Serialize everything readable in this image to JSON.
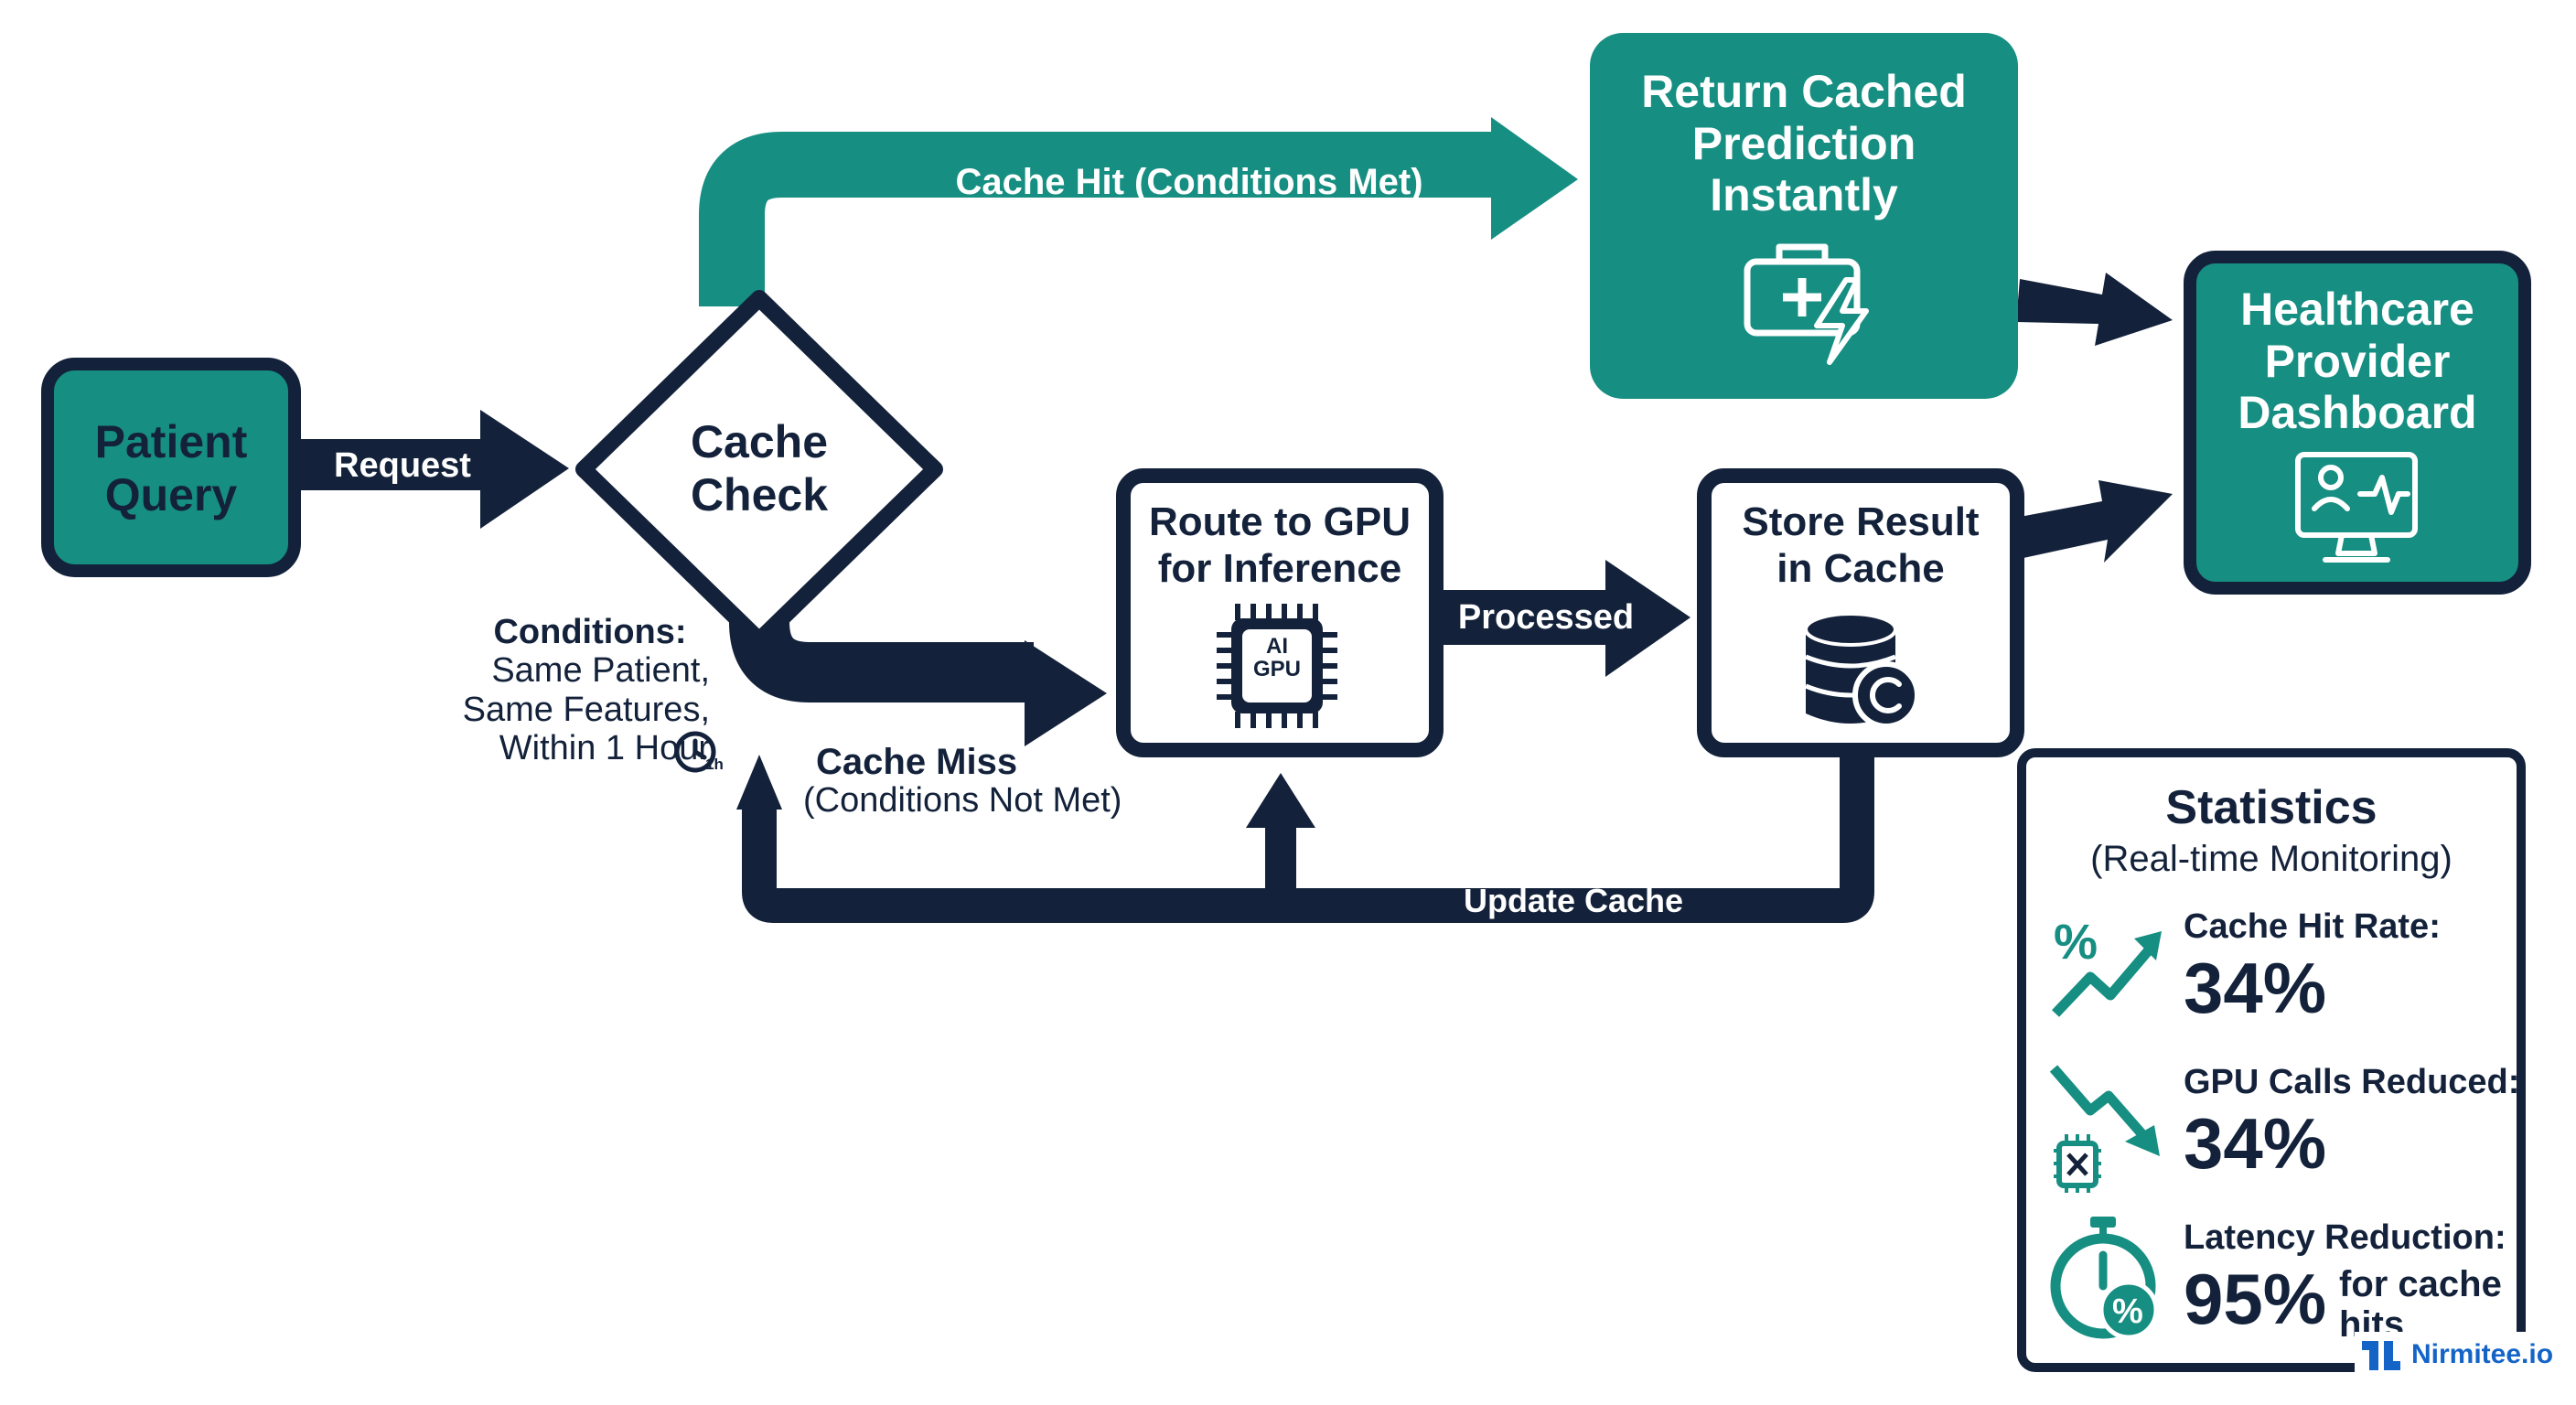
{
  "nodes": {
    "patient_query": "Patient\nQuery",
    "cache_check": "Cache\nCheck",
    "return_cached": "Return Cached\nPrediction\nInstantly",
    "dashboard": "Healthcare\nProvider\nDashboard",
    "route_gpu": "Route to GPU\nfor Inference",
    "store_result": "Store Result\nin Cache",
    "gpu_chip_text": "AI\nGPU"
  },
  "edges": {
    "request": "Request",
    "cache_hit": "Cache Hit (Conditions Met)",
    "cache_miss": "Cache Miss",
    "cache_miss_sub": "(Conditions Not Met)",
    "processed": "Processed",
    "update_cache": "Update Cache"
  },
  "conditions": {
    "title": "Conditions:",
    "lines": "Same Patient,\nSame Features,\nWithin 1 Hour",
    "clock_badge": "1h"
  },
  "stats": {
    "title": "Statistics",
    "subtitle": "(Real-time Monitoring)",
    "items": [
      {
        "label": "Cache Hit Rate:",
        "value": "34%",
        "icon": "percent-trend-up-icon"
      },
      {
        "label": "GPU Calls Reduced:",
        "value": "34%",
        "icon": "gpu-trend-down-icon"
      },
      {
        "label": "Latency Reduction:",
        "value": "95%",
        "note": "for cache\nhits",
        "icon": "stopwatch-percent-icon"
      }
    ]
  },
  "brand": {
    "name": "Nirmitee.io"
  },
  "colors": {
    "teal": "#168e82",
    "navy": "#13223a",
    "white": "#ffffff",
    "brand_blue": "#1464c8"
  }
}
